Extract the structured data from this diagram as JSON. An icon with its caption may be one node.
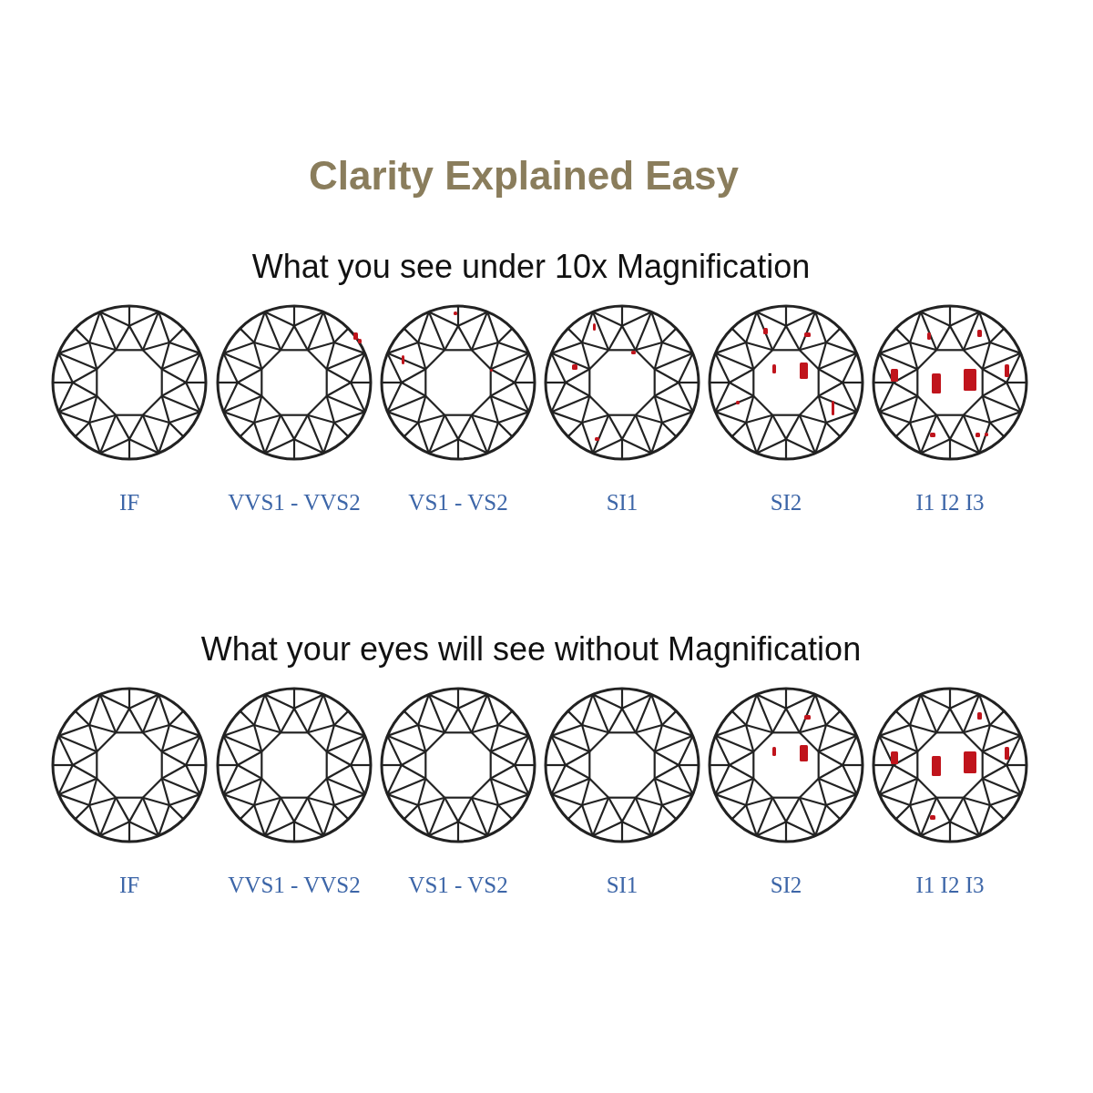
{
  "diagram": {
    "title": "Clarity Explained Easy",
    "labels": [
      "What you see under 10x Magnification",
      "IF",
      "VVS1 - VVS2",
      "VS1 - VS2",
      "SI1",
      "SI2",
      "I1 I2 I3",
      "What your eyes will see without Magnification",
      "IF",
      "VVS1 - VVS2",
      "VS1 - VS2",
      "SI1",
      "SI2",
      "I1 I2 I3"
    ]
  }
}
